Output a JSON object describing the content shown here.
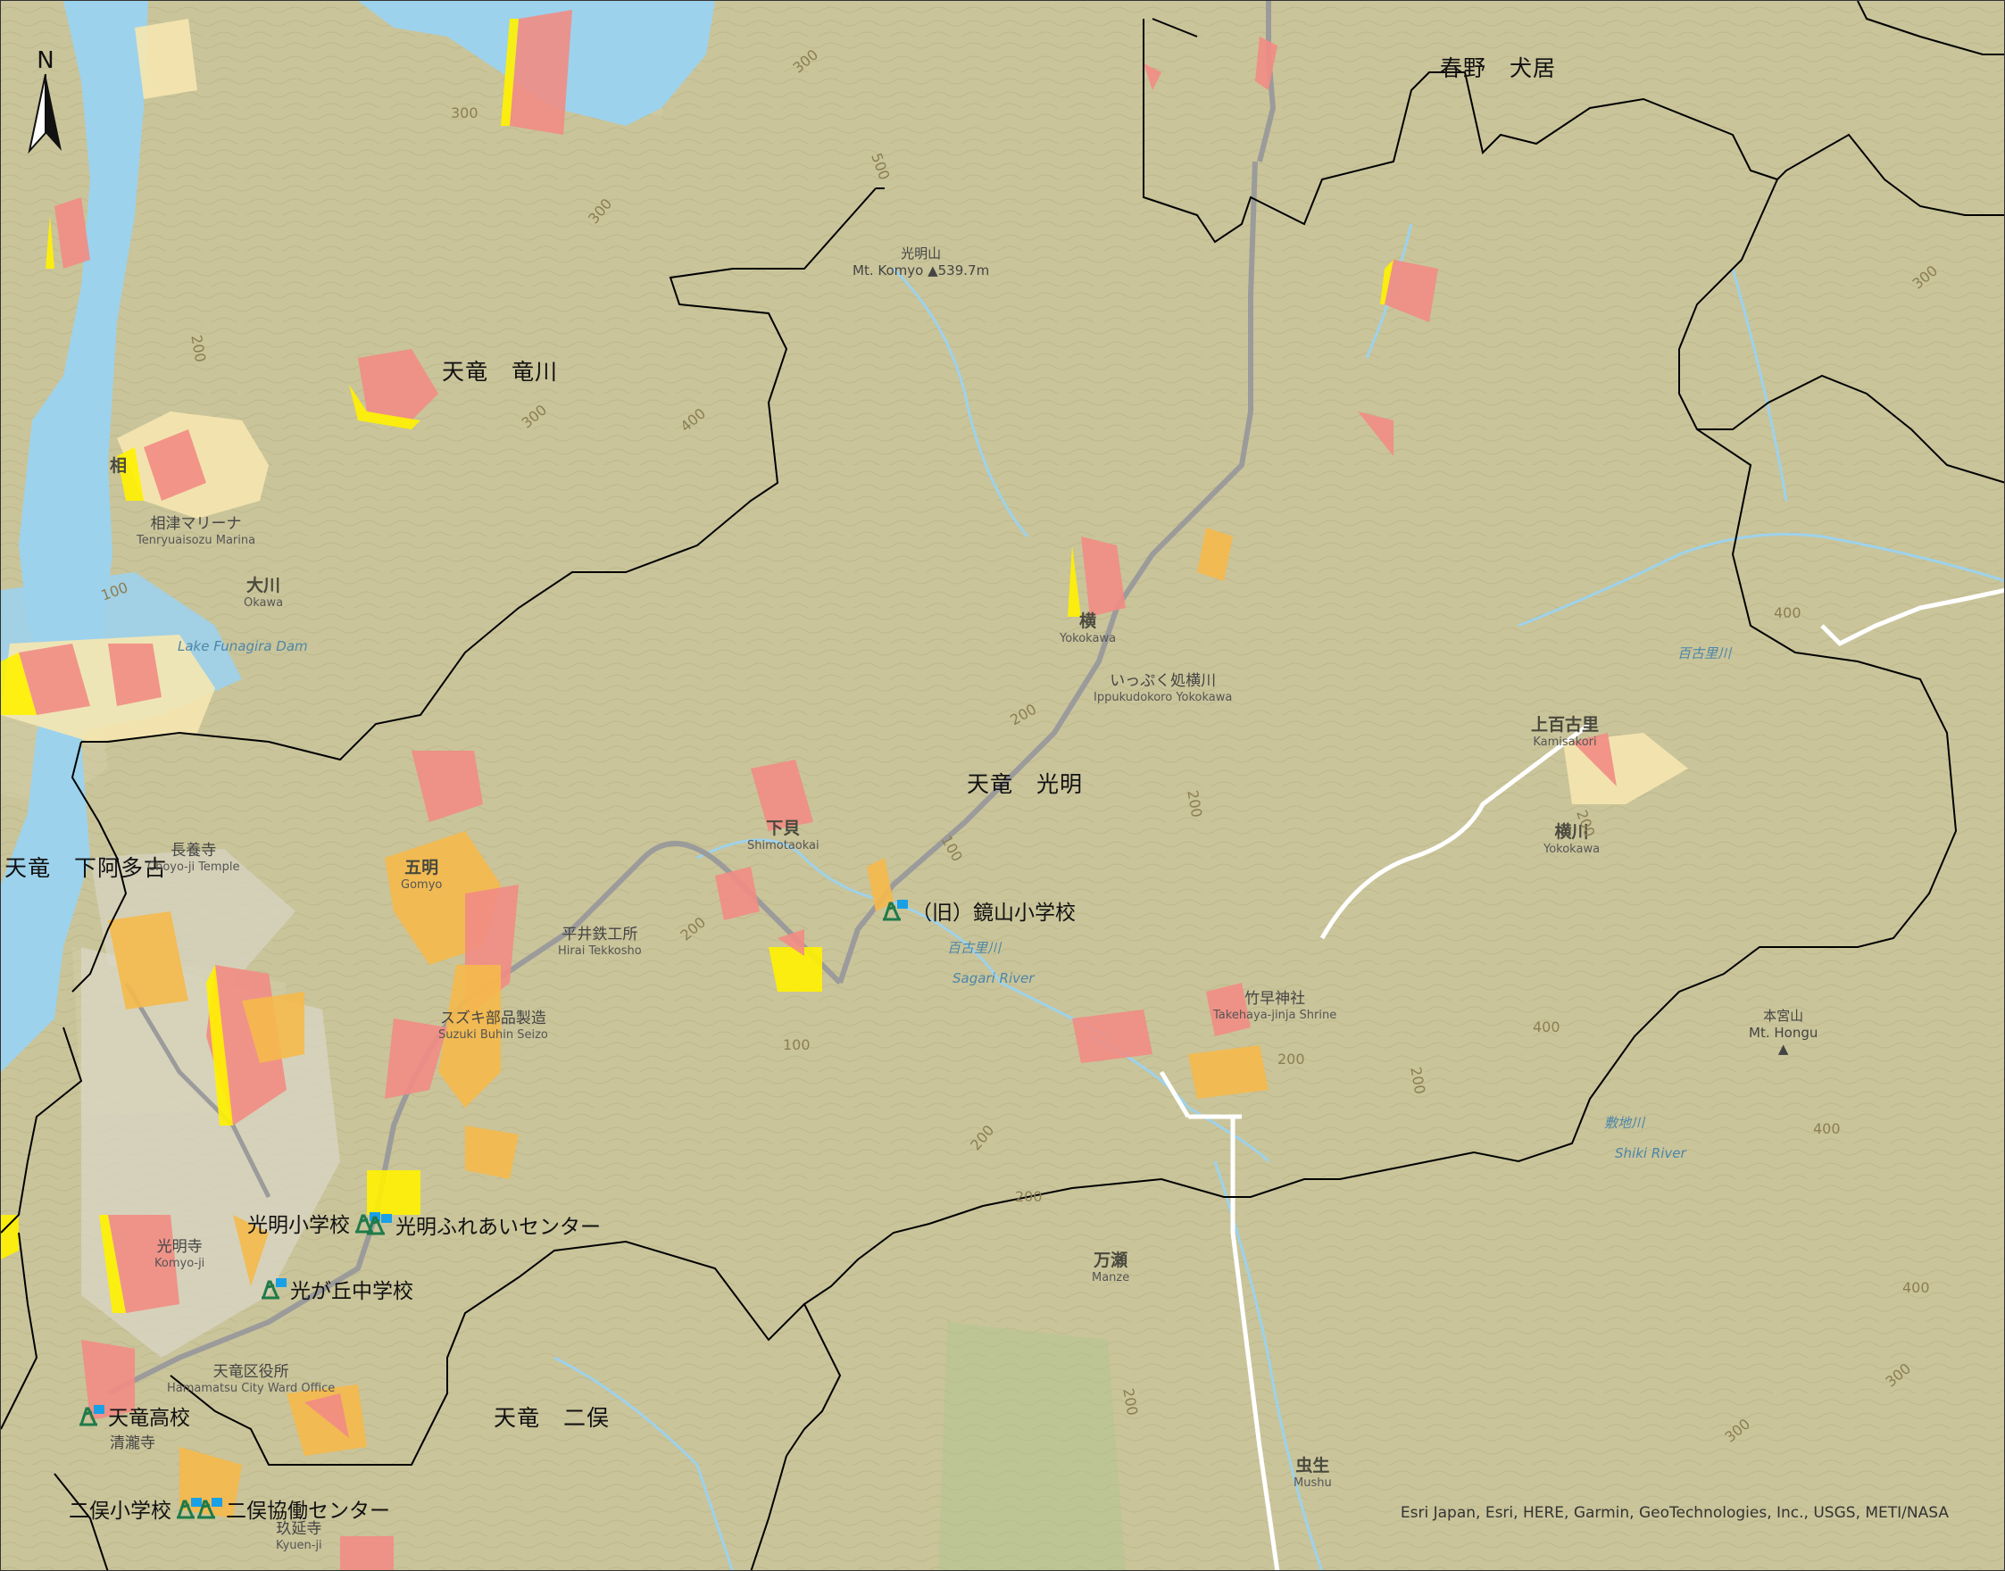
{
  "map": {
    "north_label": "N",
    "attribution": "Esri Japan, Esri, HERE, Garmin, GeoTechnologies, Inc., USGS, METI/NASA",
    "colors": {
      "terrain": "#c9c49a",
      "water": "#9dd2ec",
      "boundary": "#000000",
      "hazard_red": "#f28c84",
      "hazard_yellow": "#fff200",
      "hazard_orange": "#f5b94b",
      "hazard_pale": "#f6e7b0",
      "road": "#9b9b9b",
      "facility_icon": "#1f7a4a",
      "facility_flag": "#1aa0e6"
    },
    "area_labels": [
      "春野　犬居",
      "天竜　竜川",
      "天竜　光明",
      "天竜　下阿多古",
      "天竜　二俣"
    ],
    "place_names": [
      {
        "ja": "大川",
        "en": "Okawa"
      },
      {
        "ja": "横川",
        "en": "Yokokawa"
      },
      {
        "ja": "上百古里",
        "en": "Kamisakori"
      },
      {
        "ja": "万瀬",
        "en": "Manze"
      },
      {
        "ja": "虫生",
        "en": "Mushu"
      },
      {
        "ja": "五明",
        "en": "Gomyo"
      },
      {
        "ja": "下貝",
        "en": "Shimotaokai"
      },
      {
        "ja": "横",
        "en": "Yokokawa"
      },
      {
        "ja": "相",
        "en": ""
      }
    ],
    "features": [
      {
        "ja": "相津マリーナ",
        "en": "Tenryuaisozu Marina"
      },
      {
        "ja": "平井鉄工所",
        "en": "Hirai Tekkosho"
      },
      {
        "ja": "スズキ部品製造",
        "en": "Suzuki Buhin Seizo"
      },
      {
        "ja": "いっぷく処横川",
        "en": "Ippukudokoro Yokokawa"
      },
      {
        "ja": "竹早神社",
        "en": "Takehaya-jinja Shrine"
      },
      {
        "ja": "長養寺",
        "en": "Choyo-ji Temple"
      },
      {
        "ja": "天竜区役所",
        "en": "Hamamatsu City Ward Office"
      },
      {
        "ja": "光明寺",
        "en": "Komyo-ji"
      },
      {
        "ja": "清瀧寺",
        "en": ""
      },
      {
        "ja": "玖延寺",
        "en": "Kyuen-ji"
      }
    ],
    "peaks": [
      {
        "ja": "光明山",
        "en": "Mt. Komyo",
        "elev": "539.7m"
      },
      {
        "ja": "本宮山",
        "en": "Mt. Hongu",
        "elev": ""
      }
    ],
    "water_labels": [
      "Lake Funagira Dam",
      "百古里川",
      "Sagari River",
      "敷地川",
      "Shiki River",
      "百古里川"
    ],
    "facilities": [
      {
        "name": "（旧）鏡山小学校"
      },
      {
        "name": "光明小学校"
      },
      {
        "name": "光明ふれあいセンター"
      },
      {
        "name": "光が丘中学校"
      },
      {
        "name": "天竜高校"
      },
      {
        "name": "二俣小学校"
      },
      {
        "name": "二俣協働センター"
      }
    ],
    "contours": [
      "300",
      "300",
      "500",
      "300",
      "400",
      "300",
      "200",
      "100",
      "100",
      "200",
      "200",
      "200",
      "100",
      "200",
      "400",
      "200",
      "400",
      "200",
      "300",
      "300",
      "400",
      "200",
      "200",
      "200",
      "400",
      "300"
    ]
  }
}
